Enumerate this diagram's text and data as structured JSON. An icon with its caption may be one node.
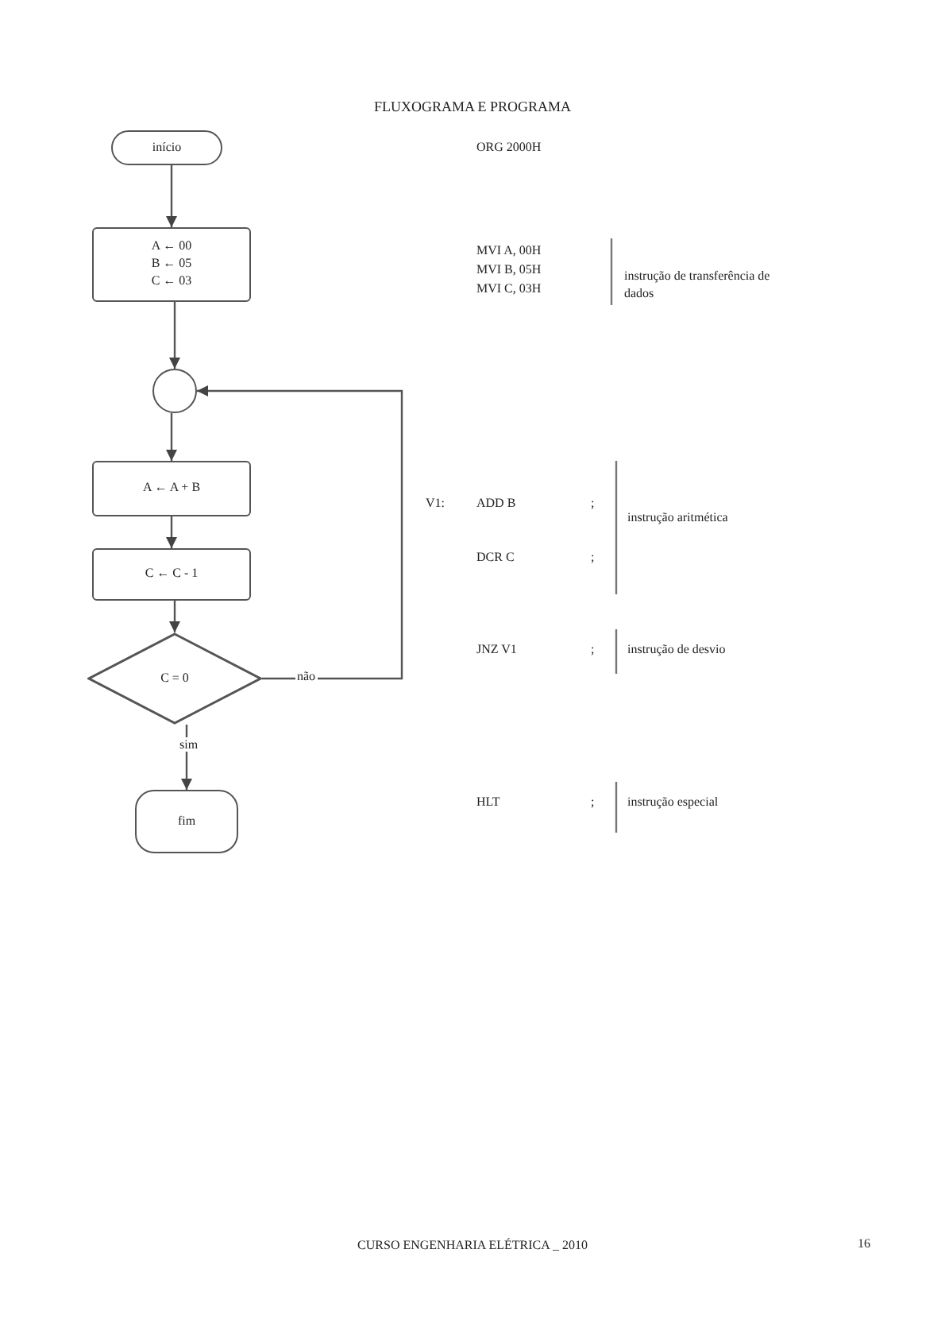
{
  "diagram": {
    "title": "FLUXOGRAMA E PROGRAMA",
    "nodes": [
      {
        "text": [
          "início"
        ]
      },
      {
        "text": [
          "A ← 00",
          "B ← 05",
          "C ← 03"
        ]
      },
      {
        "text": [],
        "shape": "circle"
      },
      {
        "text": [
          "A ← A + B"
        ]
      },
      {
        "text": [
          "C ← C - 1"
        ]
      },
      {
        "text": [
          "C = 0"
        ]
      },
      {
        "text": [
          "fim"
        ]
      }
    ],
    "edges": [
      {
        "from": 0,
        "to": 1,
        "arrow": "to"
      },
      {
        "from": 1,
        "to": 2,
        "arrow": "to"
      },
      {
        "from": 2,
        "to": 3,
        "arrow": "to"
      },
      {
        "from": 3,
        "to": 4,
        "arrow": "to"
      },
      {
        "from": 4,
        "to": 5,
        "arrow": "to"
      },
      {
        "from": 5,
        "to": 2,
        "arrow": "to",
        "label": "não"
      },
      {
        "from": 5,
        "to": 6,
        "arrow": "to",
        "label": "sim"
      }
    ],
    "labels": [
      "ORG 2000H",
      "MVI A, 00H",
      "MVI B, 05H",
      "MVI C, 03H",
      "instrução de transferência de dados",
      "V1:",
      "ADD B",
      ";",
      "instrução aritmética",
      "DCR C",
      ";",
      "JNZ V1",
      ";",
      "instrução de desvio",
      "HLT",
      ";",
      "instrução especial",
      "CURSO ENGENHARIA ELÉTRICA _ 2010",
      "16"
    ]
  }
}
